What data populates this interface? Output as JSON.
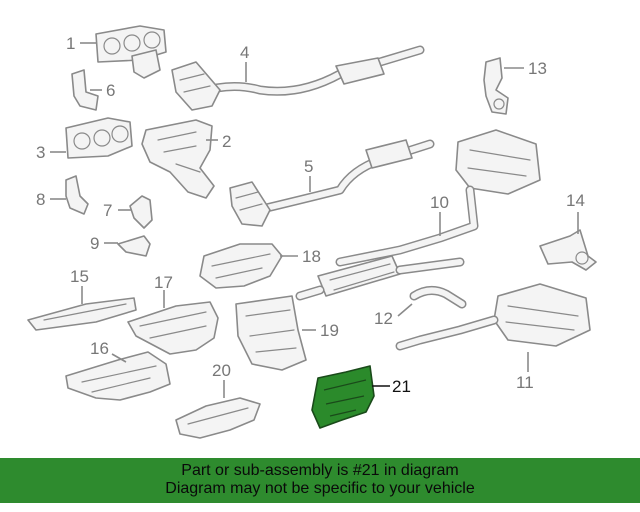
{
  "callouts": {
    "c1": "1",
    "c2": "2",
    "c3": "3",
    "c4": "4",
    "c5": "5",
    "c6": "6",
    "c7": "7",
    "c8": "8",
    "c9": "9",
    "c10": "10",
    "c11": "11",
    "c12": "12",
    "c13": "13",
    "c14": "14",
    "c15": "15",
    "c16": "16",
    "c17": "17",
    "c18": "18",
    "c19": "19",
    "c20": "20",
    "c21": "21"
  },
  "highlight": {
    "part": "21",
    "color": "#2e8b2e"
  },
  "banner": {
    "line1": "Part or sub-assembly is #21 in diagram",
    "line2": "Diagram may not be specific to your vehicle"
  }
}
